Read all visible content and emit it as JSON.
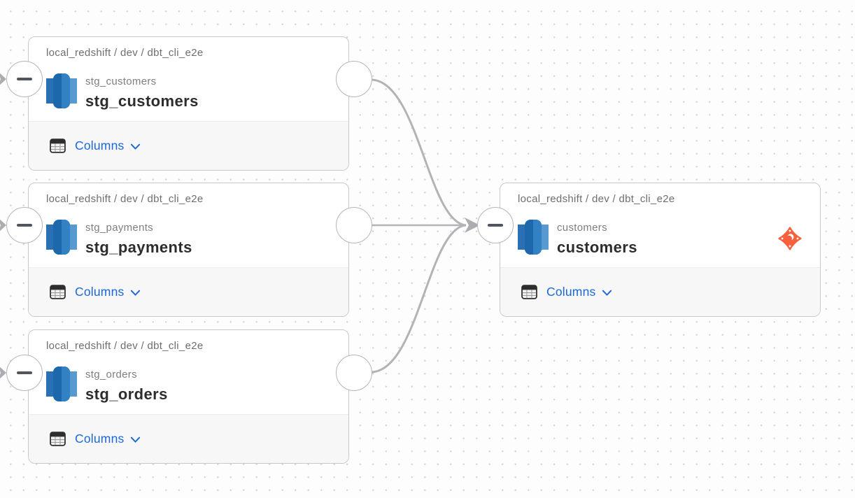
{
  "canvas": {
    "type": "data-lineage-graph",
    "background_dot_color": "#d6d6d8",
    "edge_color": "#b3b3b7",
    "link_blue": "#1a67da",
    "dbt_orange": "#f8603d",
    "redshift_blue": "#1d68ab"
  },
  "nodes": [
    {
      "breadcrumb": "local_redshift / dev / dbt_cli_e2e",
      "subtitle": "stg_customers",
      "title": "stg_customers",
      "columns_label": "Columns",
      "source_icon": "redshift-icon"
    },
    {
      "breadcrumb": "local_redshift / dev / dbt_cli_e2e",
      "subtitle": "stg_payments",
      "title": "stg_payments",
      "columns_label": "Columns",
      "source_icon": "redshift-icon"
    },
    {
      "breadcrumb": "local_redshift / dev / dbt_cli_e2e",
      "subtitle": "stg_orders",
      "title": "stg_orders",
      "columns_label": "Columns",
      "source_icon": "redshift-icon"
    },
    {
      "breadcrumb": "local_redshift / dev / dbt_cli_e2e",
      "subtitle": "customers",
      "title": "customers",
      "columns_label": "Columns",
      "source_icon": "redshift-icon",
      "badge_icon": "dbt-icon"
    }
  ],
  "edges": [
    {
      "from": "stg_customers",
      "to": "customers"
    },
    {
      "from": "stg_payments",
      "to": "customers"
    },
    {
      "from": "stg_orders",
      "to": "customers"
    }
  ]
}
